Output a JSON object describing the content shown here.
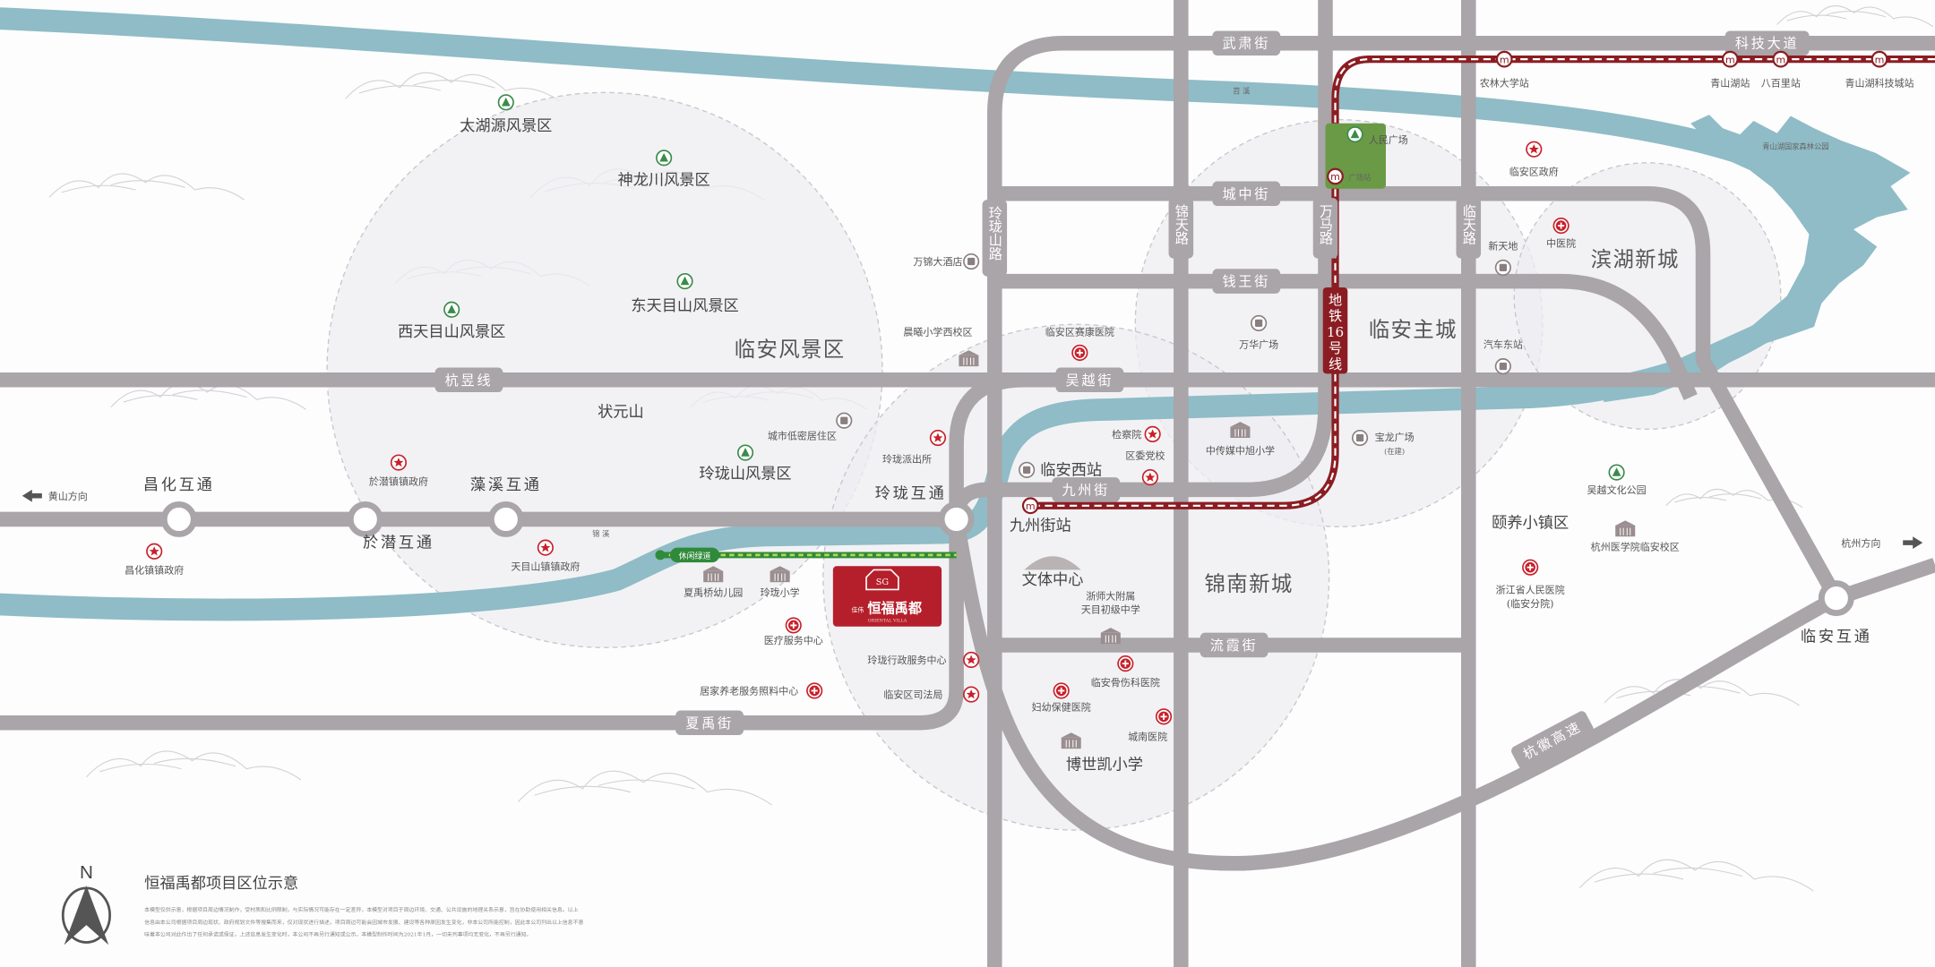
{
  "title": "恒福禹都项目区位示意",
  "compass_label": "N",
  "disclaimer": [
    "本模型仅供示意，根据项目周边情况制作，受材质和比例限制，与实际情况可能存在一定差异，本模型对项目于周边环境、交通、公共设施的地理关系示意，旨在协助使用相关信息。以上",
    "信息由本公司根据项目周边现状、政府规划文件等搜集而来，仅对现状进行描述，项目周边可能会因城市发展、建设等各种原因发生变化，非本公司所能控制，因此本公司列出以上信息不意",
    "味着本公司对此作出了任何承诺或保证，上述信息发生变化时，本公司不再另行通知或公示。本模型制作时间为2021年1月，一切未列事项均无变化，不再另行通知。"
  ],
  "colors": {
    "road": "#a9a5a9",
    "river": "#8fbcc6",
    "metro": "#8b1d22",
    "project": "#b51f2b",
    "park": "#6a9a45",
    "greenway": "#2f8a3a"
  },
  "road_labels": [
    "武肃街",
    "科技大道",
    "城中街",
    "钱王街",
    "吴越街",
    "杭昱线",
    "九州街",
    "流霞街",
    "夏禹街",
    "玲珑山路",
    "锦天路",
    "万马路",
    "临天路",
    "杭徽高速"
  ],
  "interchanges": [
    "昌化互通",
    "於潜互通",
    "藻溪互通",
    "玲珑互通",
    "临安互通"
  ],
  "districts": [
    "临安风景区",
    "临安主城",
    "滨湖新城",
    "锦南新城",
    "颐养小镇区"
  ],
  "scenic_areas": [
    "太湖源风景区",
    "神龙川风景区",
    "东天目山风景区",
    "西天目山风景区",
    "玲珑山风景区"
  ],
  "landmarks": [
    "状元山",
    "文体中心",
    "博世凯小学",
    "临安西站",
    "九州街站"
  ],
  "pois": [
    {
      "name": "万锦大酒店",
      "icon": "mall-icon"
    },
    {
      "name": "晨曦小学西校区",
      "icon": "school-icon"
    },
    {
      "name": "临安区赛康医院",
      "icon": "hospital-icon"
    },
    {
      "name": "城市低密居住区",
      "icon": "residence-icon"
    },
    {
      "name": "玲珑派出所",
      "icon": "government-icon"
    },
    {
      "name": "检察院",
      "icon": "government-icon"
    },
    {
      "name": "区委党校",
      "icon": "government-icon"
    },
    {
      "name": "中传媒中旭小学",
      "icon": "school-icon"
    },
    {
      "name": "宝龙广场",
      "icon": "mall-icon",
      "note": "(在建)"
    },
    {
      "name": "万华广场",
      "icon": "mall-icon"
    },
    {
      "name": "汽车东站",
      "icon": "bus-icon"
    },
    {
      "name": "新天地",
      "icon": "mall-icon"
    },
    {
      "name": "中医院",
      "icon": "hospital-icon"
    },
    {
      "name": "临安区政府",
      "icon": "government-icon"
    },
    {
      "name": "人民广场",
      "icon": "park-icon"
    },
    {
      "name": "於潜镇镇政府",
      "icon": "government-icon"
    },
    {
      "name": "天目山镇镇政府",
      "icon": "government-icon"
    },
    {
      "name": "昌化镇镇政府",
      "icon": "government-icon"
    },
    {
      "name": "夏禹桥幼儿园",
      "icon": "school-icon"
    },
    {
      "name": "玲珑小学",
      "icon": "school-icon"
    },
    {
      "name": "医疗服务中心",
      "icon": "hospital-icon"
    },
    {
      "name": "居家养老服务照料中心",
      "icon": "hospital-icon"
    },
    {
      "name": "玲珑行政服务中心",
      "icon": "government-icon"
    },
    {
      "name": "临安区司法局",
      "icon": "government-icon"
    },
    {
      "name": "浙师大附属",
      "icon": "school-icon",
      "note": "天目初级中学"
    },
    {
      "name": "临安骨伤科医院",
      "icon": "hospital-icon"
    },
    {
      "name": "妇幼保健医院",
      "icon": "hospital-icon"
    },
    {
      "name": "城南医院",
      "icon": "hospital-icon"
    },
    {
      "name": "吴越文化公园",
      "icon": "park-icon"
    },
    {
      "name": "杭州医学院临安校区",
      "icon": "school-icon"
    },
    {
      "name": "浙江省人民医院",
      "icon": "hospital-icon",
      "note": "(临安分院)"
    }
  ],
  "metro": {
    "line_chars": [
      "地",
      "铁",
      "16",
      "号",
      "线"
    ],
    "stations": [
      "农林大学站",
      "青山湖站",
      "八百里站",
      "青山湖科技城站",
      "广场站",
      "九州街站"
    ]
  },
  "directions": {
    "west": "黄山方向",
    "east": "杭州方向"
  },
  "water": {
    "river_south": "锦 溪",
    "river_north": "苕 溪",
    "lake": "青山湖国家森林公园"
  },
  "project": {
    "name": "恒福禹都",
    "brand": "佳伟",
    "english": "ORIENTAL VILLA",
    "greenway": "休闲绿道"
  }
}
